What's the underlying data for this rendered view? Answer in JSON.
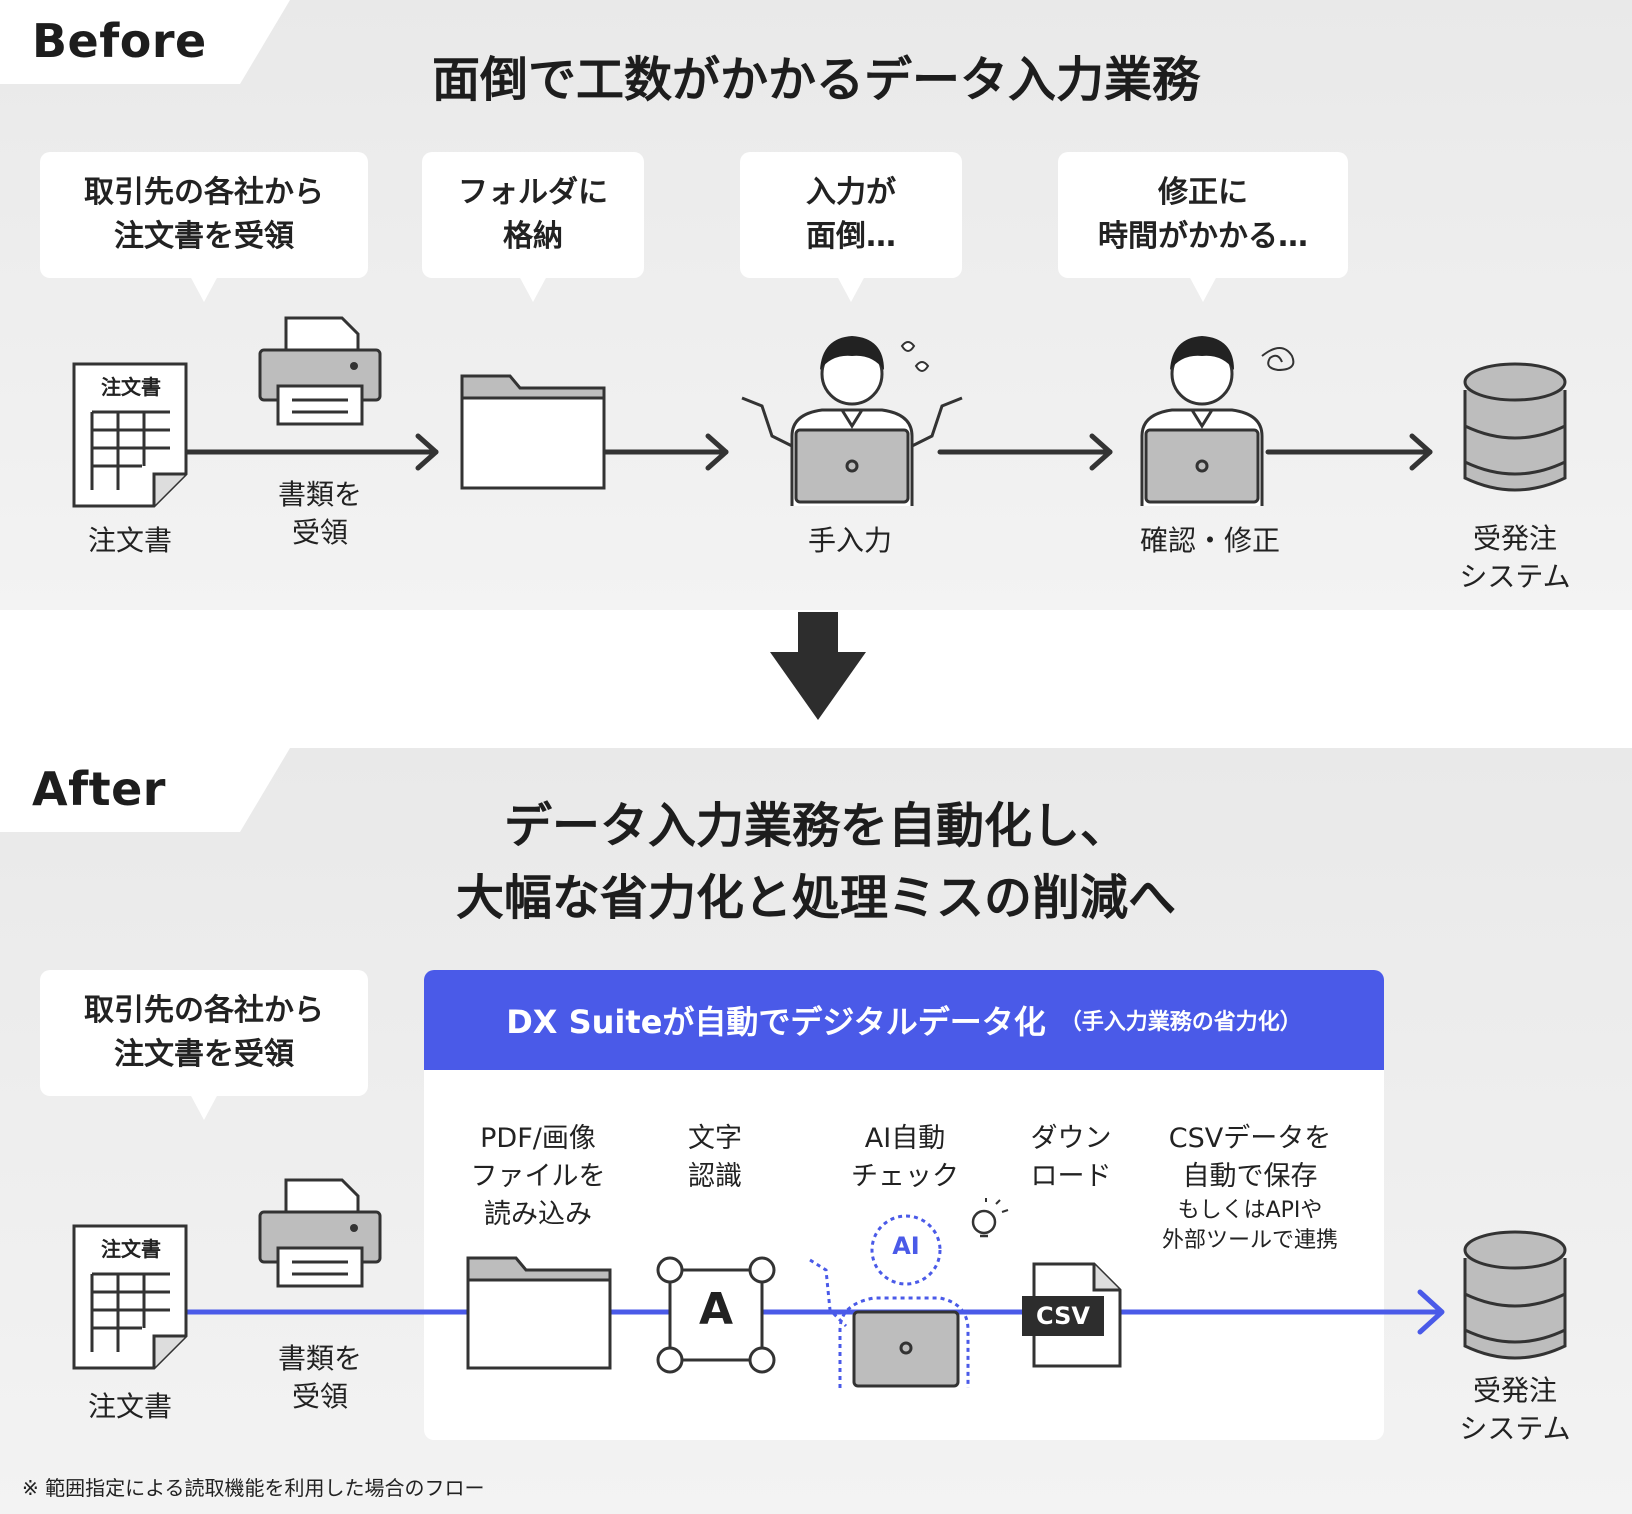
{
  "before": {
    "tag": "Before",
    "title": "面倒で工数がかかるデータ入力業務",
    "bubbles": [
      {
        "line1": "取引先の各社から",
        "line2": "注文書を受領"
      },
      {
        "line1": "フォルダに",
        "line2": "格納"
      },
      {
        "line1": "入力が",
        "line2": "面倒…"
      },
      {
        "line1": "修正に",
        "line2": "時間がかかる…"
      }
    ],
    "doc_header": "注文書",
    "labels": {
      "document": "注文書",
      "receive_1": "書類を",
      "receive_2": "受領",
      "manual": "手入力",
      "check": "確認・修正",
      "system_1": "受発注",
      "system_2": "システム"
    }
  },
  "after": {
    "tag": "After",
    "title_line1": "データ入力業務を自動化し、",
    "title_line2": "大幅な省力化と処理ミスの削減へ",
    "bubble": {
      "line1": "取引先の各社から",
      "line2": "注文書を受領"
    },
    "doc_header": "注文書",
    "labels": {
      "document": "注文書",
      "receive_1": "書類を",
      "receive_2": "受領",
      "system_1": "受発注",
      "system_2": "システム"
    },
    "dx": {
      "header": "DX Suiteが自動でデジタルデータ化",
      "header_sub": "（手入力業務の省力化）",
      "steps": [
        {
          "lines": [
            "PDF/画像",
            "ファイルを",
            "読み込み"
          ]
        },
        {
          "lines": [
            "文字",
            "認識"
          ]
        },
        {
          "lines": [
            "AI自動",
            "チェック"
          ]
        },
        {
          "lines": [
            "ダウン",
            "ロード"
          ]
        },
        {
          "lines": [
            "CSVデータを",
            "自動で保存"
          ],
          "sub": [
            "もしくはAPIや",
            "外部ツールで連携"
          ]
        }
      ],
      "ocr_letter": "A",
      "ai_badge": "AI",
      "csv_badge": "CSV"
    }
  },
  "footnote": "※ 範囲指定による読取機能を利用した場合のフロー",
  "colors": {
    "accent": "#4a5ae8",
    "dark": "#333333",
    "gray": "#bfbfbf"
  }
}
